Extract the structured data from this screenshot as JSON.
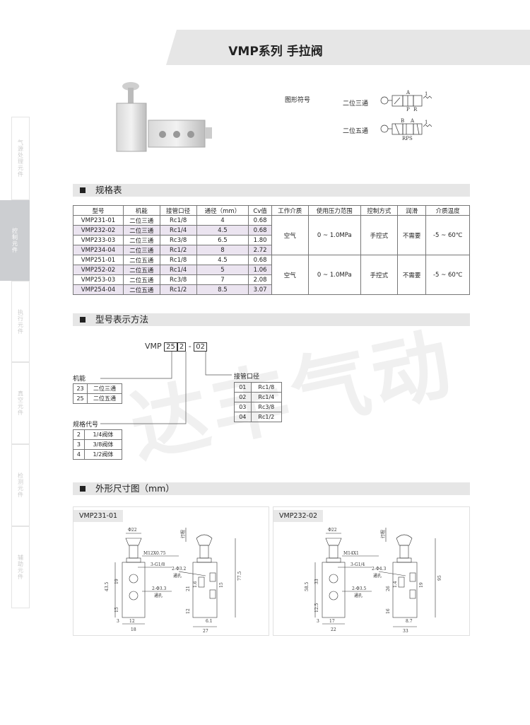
{
  "header": {
    "title": "VMP系列  手拉阀"
  },
  "sidebar": [
    {
      "label": "气源处理元件"
    },
    {
      "label": "控制元件",
      "active": true
    },
    {
      "label": "执行元件"
    },
    {
      "label": "真空元件"
    },
    {
      "label": "检测元件"
    },
    {
      "label": "辅助元件"
    }
  ],
  "symbols": {
    "heading": "图形符号",
    "items": [
      {
        "label": "二位三通",
        "ports": [
          "A",
          "P",
          "R"
        ],
        "spring": "1"
      },
      {
        "label": "二位五通",
        "ports": [
          "B",
          "A",
          "RPS"
        ],
        "spring": "1"
      }
    ]
  },
  "spec": {
    "heading": "规格表",
    "columns": [
      "型号",
      "机能",
      "接管口径",
      "通径（mm）",
      "Cv值",
      "工作介质",
      "使用压力范围",
      "控制方式",
      "润滑",
      "介质温度"
    ],
    "rows": [
      [
        "VMP231-01",
        "二位三通",
        "Rc1/8",
        "4",
        "0.68"
      ],
      [
        "VMP232-02",
        "二位三通",
        "Rc1/4",
        "4.5",
        "0.68"
      ],
      [
        "VMP233-03",
        "二位三通",
        "Rc3/8",
        "6.5",
        "1.80"
      ],
      [
        "VMP234-04",
        "二位三通",
        "Rc1/2",
        "8",
        "2.72"
      ],
      [
        "VMP251-01",
        "二位五通",
        "Rc1/8",
        "4.5",
        "0.68"
      ],
      [
        "VMP252-02",
        "二位五通",
        "Rc1/4",
        "5",
        "1.06"
      ],
      [
        "VMP253-03",
        "二位五通",
        "Rc3/8",
        "7",
        "2.08"
      ],
      [
        "VMP254-04",
        "二位五通",
        "Rc1/2",
        "8.5",
        "3.07"
      ]
    ],
    "groups": [
      {
        "medium": "空气",
        "pressure": "0 ~ 1.0MPa",
        "control": "手控式",
        "lubrication": "不需要",
        "temperature": "-5 ~ 60℃"
      },
      {
        "medium": "空气",
        "pressure": "0 ~ 1.0MPa",
        "control": "手控式",
        "lubrication": "不需要",
        "temperature": "-5 ~ 60℃"
      }
    ]
  },
  "model": {
    "heading": "型号表示方法",
    "prefix": "VMP",
    "code1": "25",
    "code2": "2",
    "dash": "-",
    "code3": "02",
    "function": {
      "title": "机能",
      "rows": [
        [
          "23",
          "二位三通"
        ],
        [
          "25",
          "二位五通"
        ]
      ]
    },
    "size": {
      "title": "规格代号",
      "rows": [
        [
          "2",
          "1/4阀体"
        ],
        [
          "3",
          "3/8阀体"
        ],
        [
          "4",
          "1/2阀体"
        ]
      ]
    },
    "port": {
      "title": "接管口径",
      "rows": [
        [
          "01",
          "Rc1/8"
        ],
        [
          "02",
          "Rc1/4"
        ],
        [
          "03",
          "Rc3/8"
        ],
        [
          "04",
          "Rc1/2"
        ]
      ]
    }
  },
  "dims": {
    "heading": "外形尺寸图（mm）",
    "d1": {
      "title": "VMP231-01",
      "labels": {
        "phi": "Φ22",
        "thread": "M12X0.75",
        "ports": "3-G1/8",
        "holes": "2-Φ3.3",
        "through": "通孔",
        "h1": "43.5",
        "h2": "19",
        "h3": "15",
        "w1": "3",
        "w2": "12",
        "w3": "18",
        "holes2": "2-Φ3.2",
        "through2": "通孔",
        "stroke": "行程",
        "r1": "21",
        "r2": "1.6",
        "r3": "15",
        "r4": "12",
        "r5": "6.1",
        "r6": "27",
        "r7": "77.5"
      }
    },
    "d2": {
      "title": "VMP232-02",
      "labels": {
        "phi": "Φ22",
        "thread": "M14X1",
        "ports": "3-G1/4",
        "holes": "2-Φ3.5",
        "through": "通孔",
        "h1": "58.5",
        "h2": "33",
        "h3": "12.5",
        "w1": "3",
        "w2": "17",
        "w3": "22",
        "holes2": "2-Φ4.3",
        "through2": "通孔",
        "stroke": "行程",
        "r1": "26",
        "r2": "1.4",
        "r3": "19",
        "r4": "16",
        "r5": "8.7",
        "r6": "33",
        "r7": "95"
      }
    }
  },
  "watermark": "达丰气动"
}
